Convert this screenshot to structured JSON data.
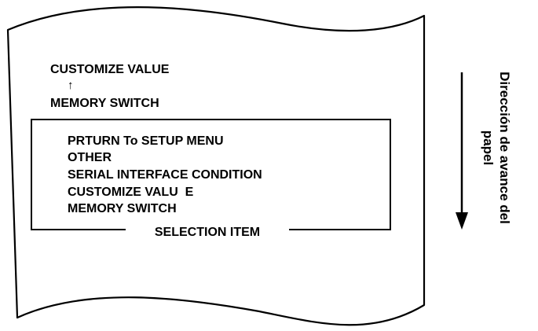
{
  "paper": {
    "top_label": "CUSTOMIZE VALUE",
    "up_arrow": "↑",
    "second_label": "MEMORY SWITCH"
  },
  "selection_box": {
    "items": [
      "PRTURN To SETUP MENU",
      "OTHER",
      "SERIAL INTERFACE CONDITION",
      "CUSTOMIZE VALU  E",
      "MEMORY SWITCH"
    ],
    "caption": "SELECTION ITEM"
  },
  "feed_direction": {
    "line1": "Dirección de avance del",
    "line2": "papel"
  }
}
